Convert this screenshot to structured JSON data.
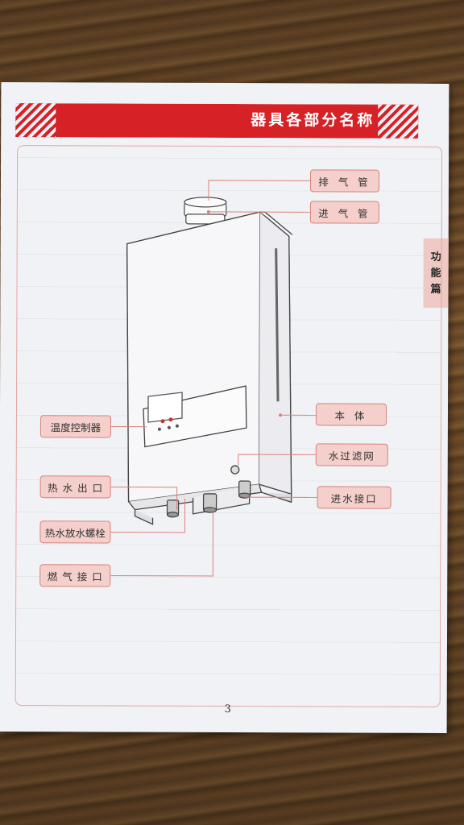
{
  "header": {
    "title": "器具各部分名称"
  },
  "side_tab": {
    "line1": "功",
    "line2": "能",
    "line3": "篇"
  },
  "labels": {
    "exhaust_pipe": "排 气 管",
    "intake_pipe": "进 气 管",
    "body": "本   体",
    "water_filter": "水过滤网",
    "water_inlet": "进水接口",
    "temp_controller": "温度控制器",
    "hot_water_outlet": "热 水 出 口",
    "drain_plug": "热水放水螺栓",
    "gas_inlet": "燃 气 接 口"
  },
  "page_number": "3",
  "colors": {
    "accent_red": "#d62227",
    "label_fill": "#f4cfcb",
    "label_border": "#d9827b"
  }
}
